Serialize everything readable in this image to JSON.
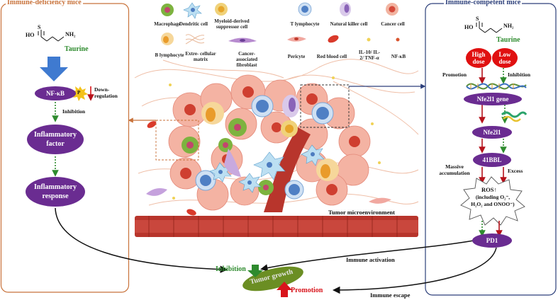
{
  "colors": {
    "left_border": "#c8723a",
    "right_border": "#2c3f7a",
    "pill": "#6a2c91",
    "green": "#2e8b2e",
    "red": "#d8141b",
    "blue_arrow": "#3f7ad0"
  },
  "left_panel": {
    "title": "Immune-deficiency mice",
    "molecule_label": "Taurine",
    "nfkb": "NF-κB",
    "p_badge": "P",
    "down_regulation": "Down-regulation",
    "inhibition": "Inhibition",
    "inflammatory_factor": "Inflammatory factor",
    "inflammatory_response": "Inflammatory response"
  },
  "right_panel": {
    "title": "Immune-competent mice",
    "molecule_label": "Taurine",
    "high_dose": "High dose",
    "low_dose": "Low dose",
    "promotion": "Promotion",
    "inhibition": "Inhibition",
    "gene": "Nfe2l1 gene",
    "protein": "Nfe2l1",
    "bbl": "41BBL",
    "massive_accumulation": "Massive accumulation",
    "excess": "Excess",
    "ros_title": "ROS↑",
    "ros_detail": "(including O₂⁻, H₂O₂ and ONOO⁻)",
    "pd1": "PD1"
  },
  "legend": [
    {
      "label": "Macrophage",
      "icon": "macrophage-icon"
    },
    {
      "label": "Dendritic cell",
      "icon": "dendritic-cell-icon"
    },
    {
      "label": "Myeloid-derived suppressor cell",
      "icon": "mdsc-icon"
    },
    {
      "label": "T lymphocyte",
      "icon": "t-lymphocyte-icon"
    },
    {
      "label": "Natural killer cell",
      "icon": "nk-cell-icon"
    },
    {
      "label": "Cancer cell",
      "icon": "cancer-cell-icon"
    },
    {
      "label": "B lymphocyte",
      "icon": "b-lymphocyte-icon"
    },
    {
      "label": "Extre- cellular matrix",
      "icon": "ecm-icon"
    },
    {
      "label": "Cancer-associated fibroblast",
      "icon": "caf-icon"
    },
    {
      "label": "Pericyte",
      "icon": "pericyte-icon"
    },
    {
      "label": "Red blood cell",
      "icon": "rbc-icon"
    },
    {
      "label": "IL-10/ IL-2/ TNF-α",
      "icon": "cytokine-icon"
    },
    {
      "label": "NF-κB",
      "icon": "nfkb-dot-icon"
    }
  ],
  "center": {
    "tme_label": "Tumor microenvironment",
    "immune_activation": "Immune activation",
    "immune_escape": "Immune escape",
    "inhibition": "Inhibition",
    "promotion": "Promotion",
    "tumor_growth": "Tumor growth"
  }
}
